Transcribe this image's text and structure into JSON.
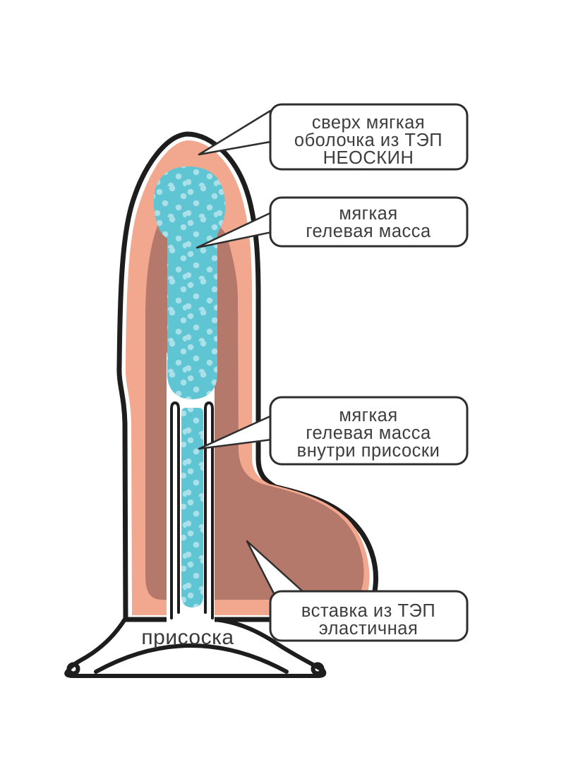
{
  "diagram": {
    "type": "product-cross-section",
    "callouts": [
      {
        "id": "neoskin-shell",
        "lines": [
          "сверх мягкая",
          "оболочка из ТЭП",
          "НЕОСКИН"
        ]
      },
      {
        "id": "gel-mass",
        "lines": [
          "мягкая",
          "гелевая масса"
        ]
      },
      {
        "id": "gel-mass-suction",
        "lines": [
          "мягкая",
          "гелевая масса",
          "внутри присоски"
        ]
      },
      {
        "id": "tep-insert",
        "lines": [
          "вставка из ТЭП",
          "эластичная"
        ]
      }
    ],
    "base_label": "присоска",
    "colors": {
      "outline": "#1d1d1d",
      "box_stroke": "#2e2e2e",
      "text": "#3d3d3d",
      "skin": "#F2A78F",
      "inner_insert": "#B5796B",
      "gel": "#5FC5D3",
      "gel_dot": "#A9E0EA",
      "background": "#ffffff"
    }
  }
}
